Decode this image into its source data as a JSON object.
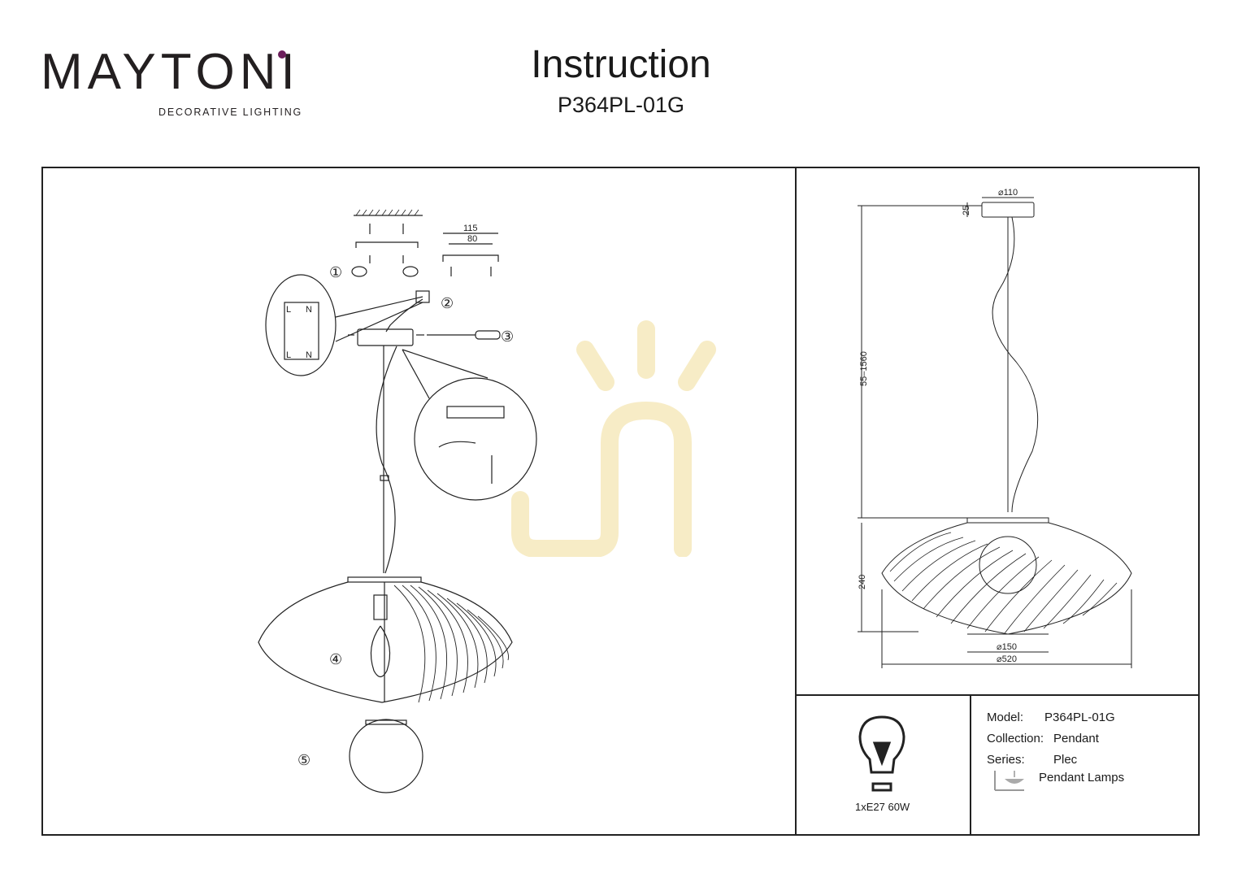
{
  "header": {
    "brand": "MAYTONI",
    "brand_tagline": "DECORATIVE LIGHTING",
    "title": "Instruction",
    "model_code": "P364PL-01G"
  },
  "assembly": {
    "steps": [
      "①",
      "②",
      "③",
      "④",
      "⑤"
    ],
    "bracket_dims": {
      "outer": "115",
      "inner": "80"
    },
    "terminal_labels": [
      "L",
      "N",
      "L",
      "N"
    ]
  },
  "dimensions": {
    "canopy_diameter": "⌀110",
    "canopy_height": "25",
    "suspension_length": "55–1560",
    "shade_height": "240",
    "bottom_opening": "⌀150",
    "shade_diameter": "⌀520"
  },
  "bulb": {
    "label": "1xE27 60W"
  },
  "specs": {
    "model_label": "Model:",
    "model_value": "P364PL-01G",
    "collection_label": "Collection:",
    "collection_value": "Pendant",
    "series_label": "Series:",
    "series_value": "Plec",
    "type_value": "Pendant Lamps"
  },
  "colors": {
    "brand_accent": "#6b1f5b",
    "line": "#222222",
    "watermark": "#f5e6b8"
  },
  "icons": [
    "lightbulb-icon",
    "pendant-lamp-icon",
    "screwdriver-icon",
    "rotate-arrow-icon"
  ]
}
